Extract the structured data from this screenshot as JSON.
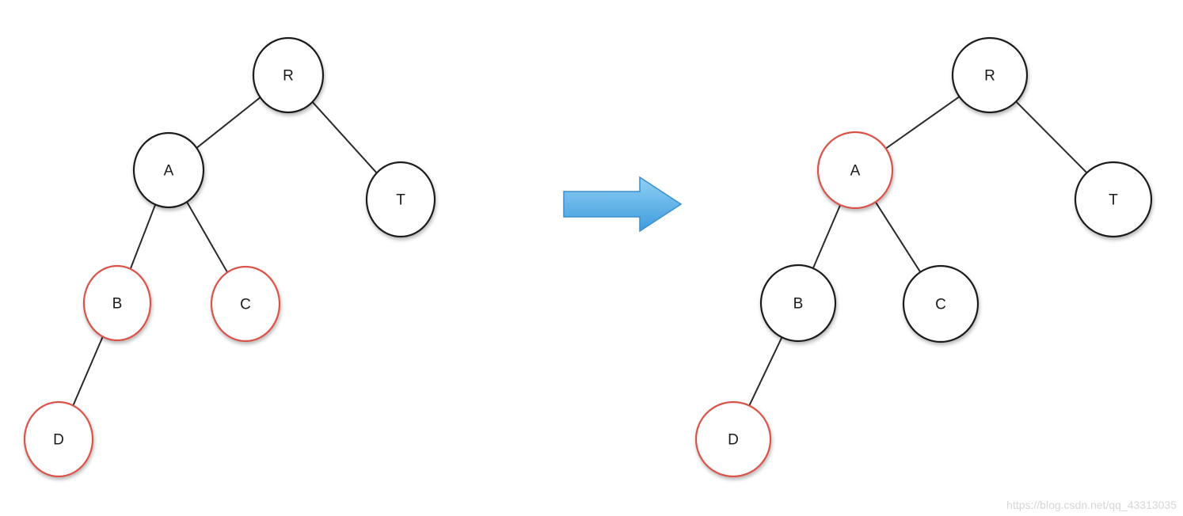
{
  "colors": {
    "normal_stroke": "#1f1f1f",
    "highlight_stroke": "#d9534a",
    "arrow_fill": "#5cb2e8",
    "arrow_stroke": "#3a8fcf"
  },
  "trees": [
    {
      "nodes": [
        {
          "id": "R",
          "label": "R",
          "highlighted": false
        },
        {
          "id": "A",
          "label": "A",
          "highlighted": false
        },
        {
          "id": "T",
          "label": "T",
          "highlighted": false
        },
        {
          "id": "B",
          "label": "B",
          "highlighted": true
        },
        {
          "id": "C",
          "label": "C",
          "highlighted": true
        },
        {
          "id": "D",
          "label": "D",
          "highlighted": true
        }
      ],
      "edges": [
        [
          "R",
          "A"
        ],
        [
          "R",
          "T"
        ],
        [
          "A",
          "B"
        ],
        [
          "A",
          "C"
        ],
        [
          "B",
          "D"
        ]
      ]
    },
    {
      "nodes": [
        {
          "id": "R",
          "label": "R",
          "highlighted": false
        },
        {
          "id": "A",
          "label": "A",
          "highlighted": true
        },
        {
          "id": "T",
          "label": "T",
          "highlighted": false
        },
        {
          "id": "B",
          "label": "B",
          "highlighted": false
        },
        {
          "id": "C",
          "label": "C",
          "highlighted": false
        },
        {
          "id": "D",
          "label": "D",
          "highlighted": true
        }
      ],
      "edges": [
        [
          "R",
          "A"
        ],
        [
          "R",
          "T"
        ],
        [
          "A",
          "B"
        ],
        [
          "A",
          "C"
        ],
        [
          "B",
          "D"
        ]
      ]
    }
  ],
  "arrow": {
    "icon": "right-arrow-icon"
  },
  "watermark": "https://blog.csdn.net/qq_43313035"
}
